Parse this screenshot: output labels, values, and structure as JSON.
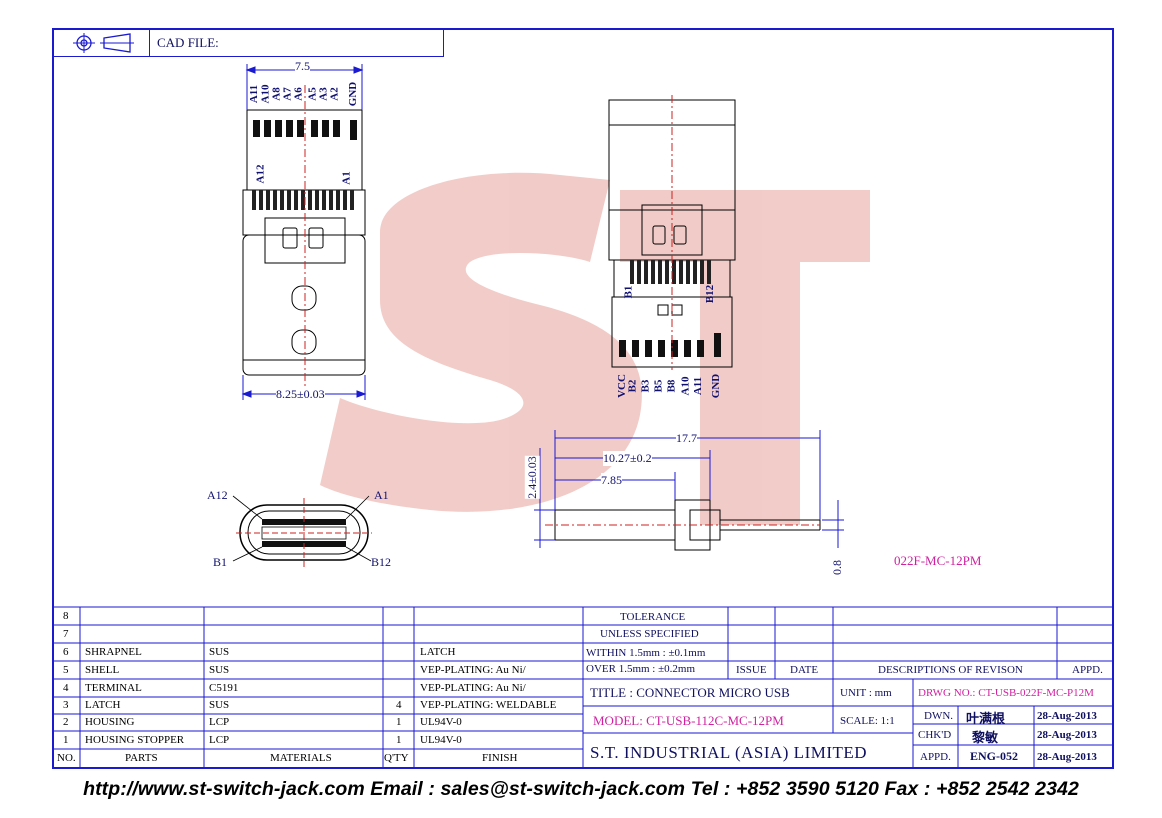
{
  "header": {
    "cad_file_label": "CAD FILE:"
  },
  "pins": {
    "top_labels": [
      "A11",
      "A10",
      "A8",
      "A7",
      "A6",
      "A5",
      "A3",
      "A2",
      "GND"
    ],
    "top_dim": "7.5",
    "left_label_a12": "A12",
    "left_label_a1": "A1",
    "width_dim": "8.25±0.03",
    "right_label_b1": "B1",
    "right_label_b12": "B12",
    "bottom_labels": [
      "VCC",
      "B2",
      "B3",
      "B5",
      "B8",
      "A10",
      "A11",
      "GND"
    ]
  },
  "end_view": {
    "a12": "A12",
    "a1": "A1",
    "b1": "B1",
    "b12": "B12"
  },
  "side_view": {
    "dim_total": "17.7",
    "dim_mid": "10.27±0.2",
    "dim_short": "7.85",
    "dim_height": "2.4±0.03",
    "dim_thick": "0.8",
    "part_code": "022F-MC-12PM"
  },
  "watermark": "ST",
  "bom": {
    "rows": [
      {
        "no": "8",
        "part": "",
        "material": "",
        "qty": "",
        "finish": ""
      },
      {
        "no": "7",
        "part": "",
        "material": "",
        "qty": "",
        "finish": ""
      },
      {
        "no": "6",
        "part": "SHRAPNEL",
        "material": "SUS",
        "qty": "",
        "finish": "LATCH"
      },
      {
        "no": "5",
        "part": "SHELL",
        "material": "SUS",
        "qty": "",
        "finish": "VEP-PLATING: Au Ni/"
      },
      {
        "no": "4",
        "part": "TERMINAL",
        "material": "C5191",
        "qty": "",
        "finish": "VEP-PLATING: Au Ni/"
      },
      {
        "no": "3",
        "part": "LATCH",
        "material": "SUS",
        "qty": "4",
        "finish": "VEP-PLATING: WELDABLE"
      },
      {
        "no": "2",
        "part": "HOUSING",
        "material": "LCP",
        "qty": "1",
        "finish": "UL94V-0"
      },
      {
        "no": "1",
        "part": "HOUSING STOPPER",
        "material": "LCP",
        "qty": "1",
        "finish": "UL94V-0"
      }
    ],
    "headers": {
      "no": "NO.",
      "parts": "PARTS",
      "materials": "MATERIALS",
      "qty": "Q'TY",
      "finish": "FINISH"
    }
  },
  "title_block": {
    "tolerance": "TOLERANCE",
    "unless": "UNLESS   SPECIFIED",
    "within": "WITHIN  1.5mm : ±0.1mm",
    "over": "OVER    1.5mm : ±0.2mm",
    "issue": "ISSUE",
    "date": "DATE",
    "descriptions": "DESCRIPTIONS OF REVISON",
    "appd_col": "APPD.",
    "title": "TITLE : CONNECTOR MICRO USB",
    "unit": "UNIT :   mm",
    "drwg": "DRWG NO.: CT-USB-022F-MC-P12M",
    "model": "MODEL: CT-USB-112C-MC-12PM",
    "scale": "SCALE:   1:1",
    "dwn_label": "DWN.",
    "dwn_name": "叶满根",
    "dwn_date": "28-Aug-2013",
    "chkd_label": "CHK'D",
    "chkd_name": "黎敏",
    "chkd_date": "28-Aug-2013",
    "appd_label": "APPD.",
    "appd_name": "ENG-052",
    "appd_date": "28-Aug-2013",
    "company": "S.T.  INDUSTRIAL  (ASIA)  LIMITED"
  },
  "footer": {
    "text": "http://www.st-switch-jack.com  Email : sales@st-switch-jack.com  Tel : +852 3590 5120  Fax : +852 2542 2342"
  },
  "colors": {
    "frame": "#1a1ad0",
    "watermark": "#e88a80",
    "dim": "#1a1ad0",
    "center": "#cc2222",
    "magenta": "#d020a0"
  }
}
